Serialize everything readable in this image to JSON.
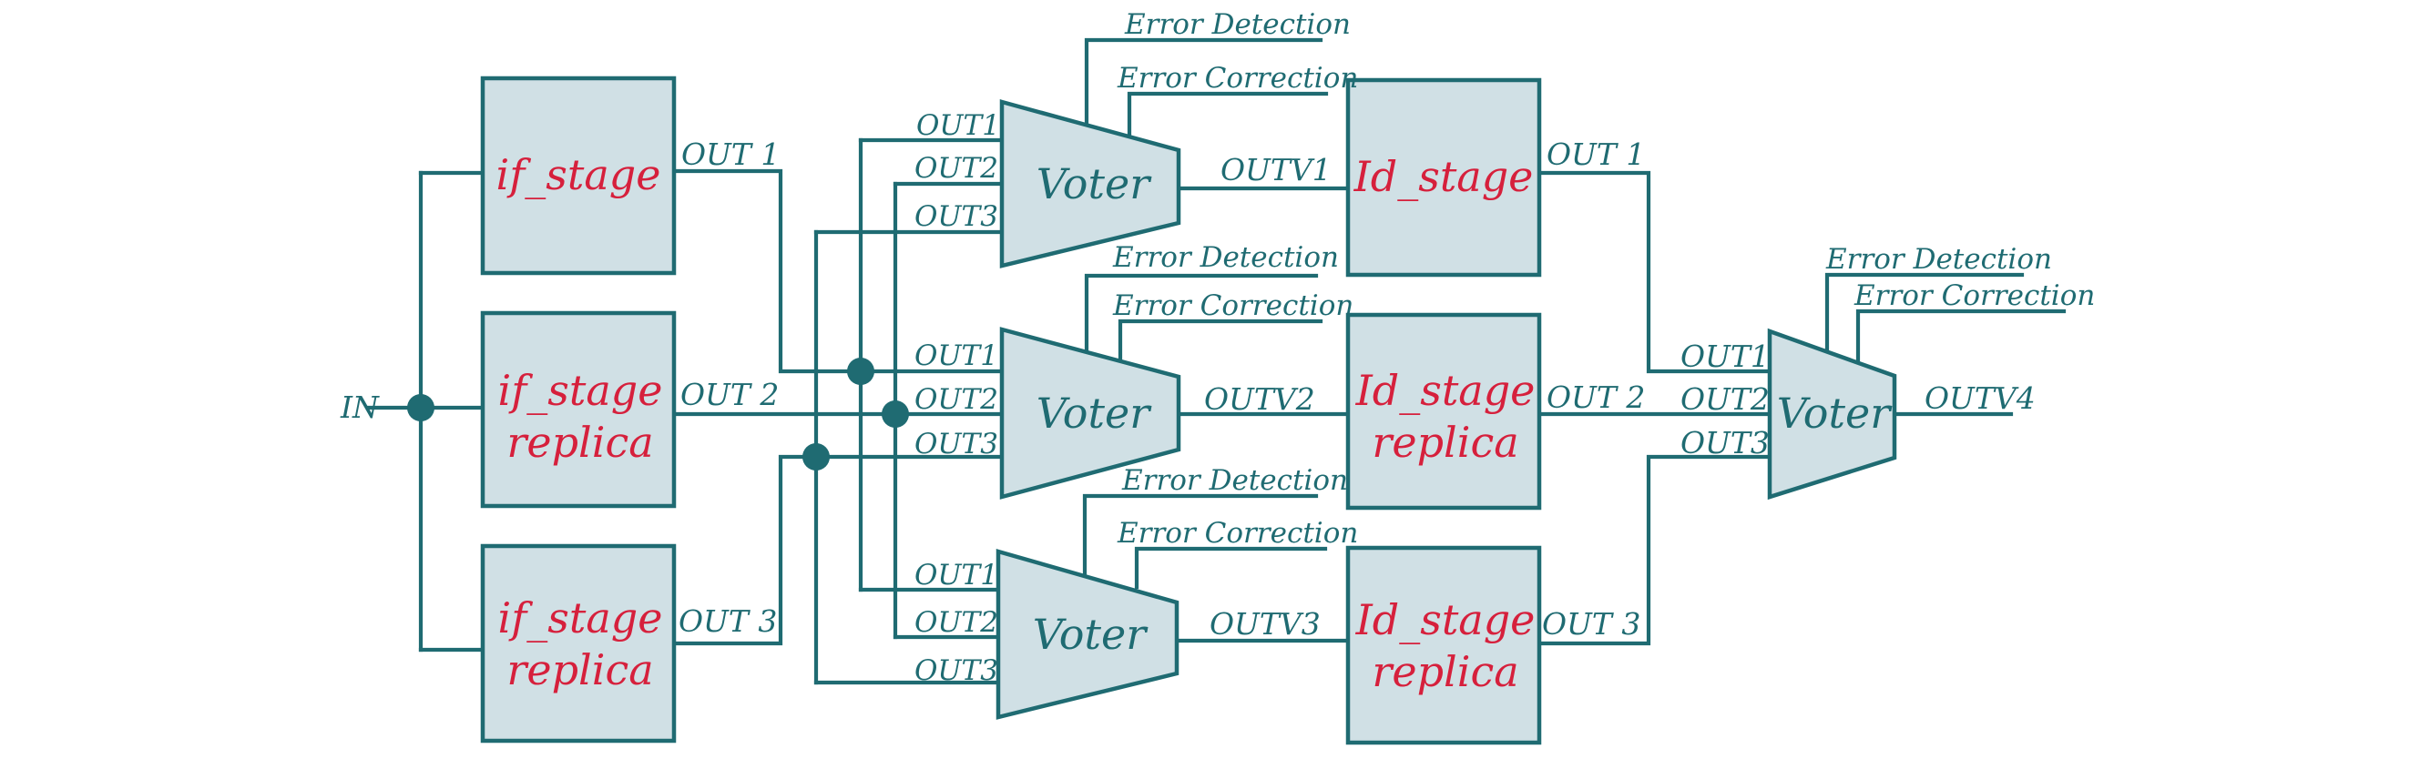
{
  "input_label": "IN",
  "if_stages": [
    {
      "line1": "if_stage",
      "line2": "",
      "out": "OUT 1"
    },
    {
      "line1": "if_stage",
      "line2": "replica",
      "out": "OUT 2"
    },
    {
      "line1": "if_stage",
      "line2": "replica",
      "out": "OUT 3"
    }
  ],
  "voters": [
    {
      "label": "Voter",
      "in1": "OUT1",
      "in2": "OUT2",
      "in3": "OUT3",
      "out": "OUTV1",
      "det": "Error Detection",
      "cor": "Error Correction"
    },
    {
      "label": "Voter",
      "in1": "OUT1",
      "in2": "OUT2",
      "in3": "OUT3",
      "out": "OUTV2",
      "det": "Error Detection",
      "cor": "Error Correction"
    },
    {
      "label": "Voter",
      "in1": "OUT1",
      "in2": "OUT2",
      "in3": "OUT3",
      "out": "OUTV3",
      "det": "Error Detection",
      "cor": "Error Correction"
    }
  ],
  "id_stages": [
    {
      "line1": "Id_stage",
      "line2": "",
      "out": "OUT 1"
    },
    {
      "line1": "Id_stage",
      "line2": "replica",
      "out": "OUT 2"
    },
    {
      "line1": "Id_stage",
      "line2": "replica",
      "out": "OUT 3"
    }
  ],
  "final_voter": {
    "label": "Voter",
    "in1": "OUT1",
    "in2": "OUT2",
    "in3": "OUT3",
    "out": "OUTV4",
    "det": "Error Detection",
    "cor": "Error Correction"
  },
  "colors": {
    "wire": "#1f6b72",
    "box_fill": "#d0e0e5",
    "stage_text": "#d6203c"
  }
}
